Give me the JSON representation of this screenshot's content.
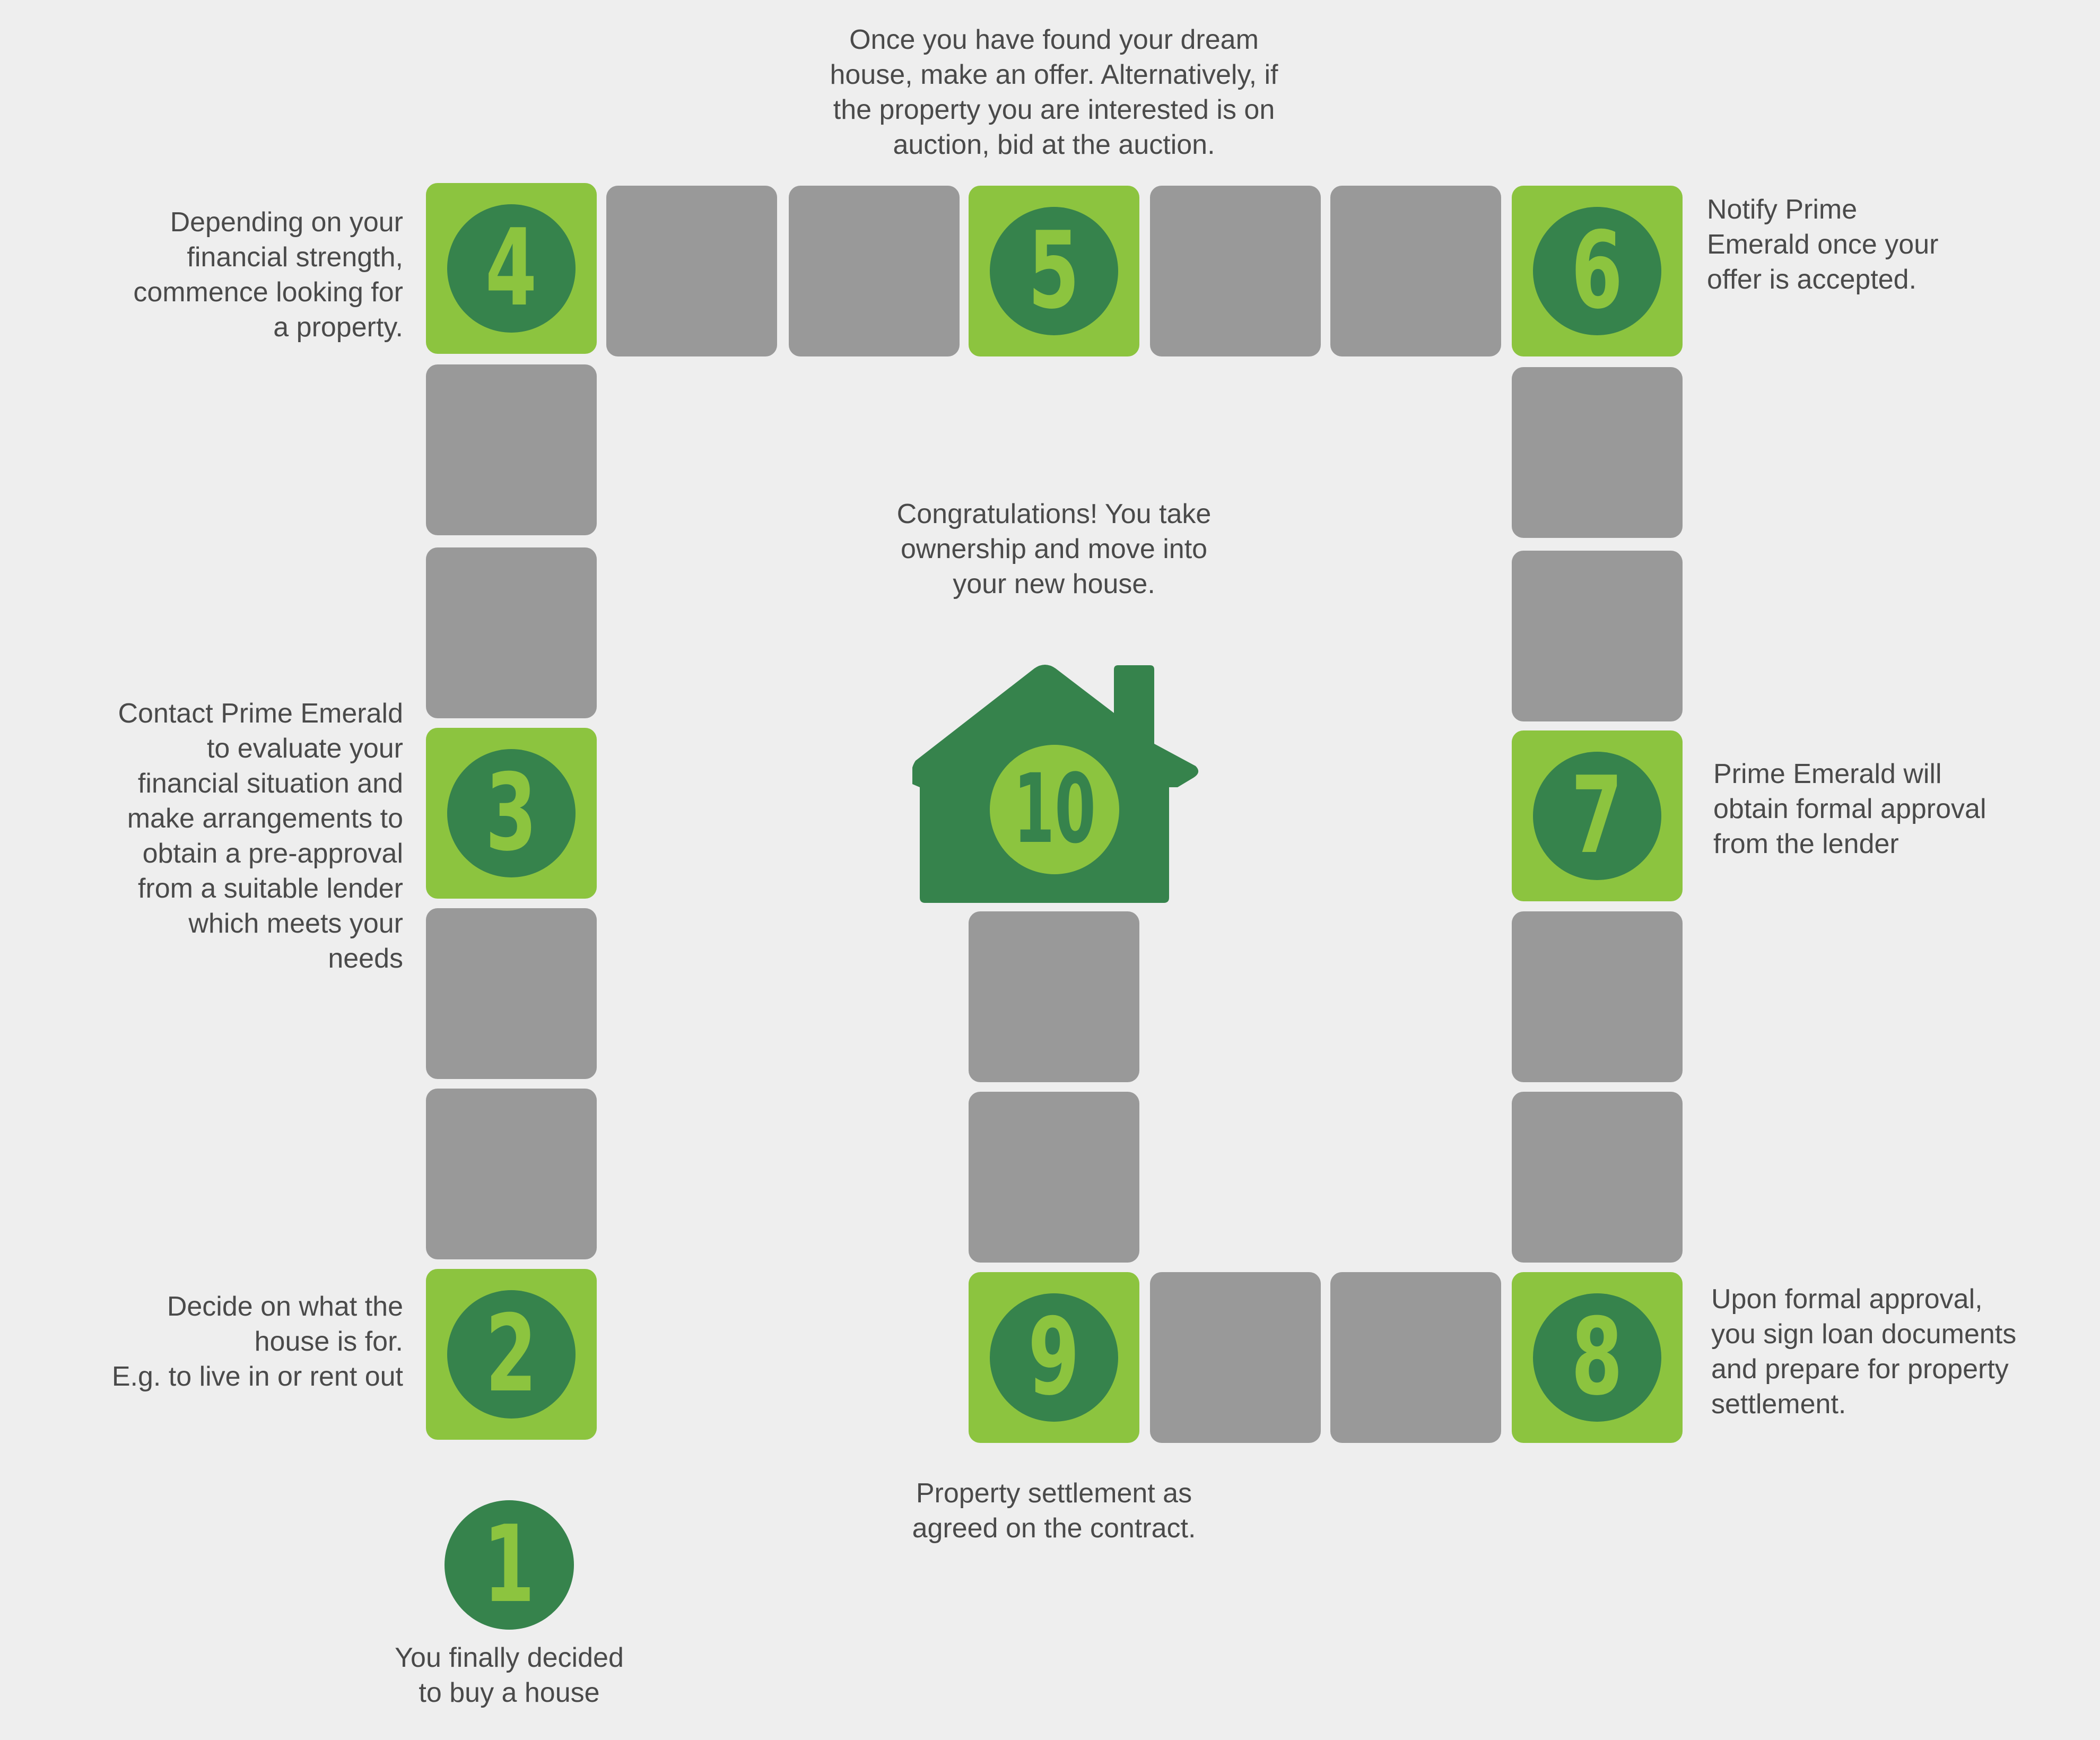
{
  "colors": {
    "background": "#eeeeee",
    "step_tile": "#8cc43f",
    "blank_tile": "#999999",
    "disc": "#36834c",
    "text": "#4a4a4a"
  },
  "steps": [
    {
      "number": "1",
      "lines": [
        "You finally decided",
        "to buy a house"
      ]
    },
    {
      "number": "2",
      "lines": [
        "Decide on what the",
        "house is for.",
        "E.g. to live in or rent out"
      ]
    },
    {
      "number": "3",
      "lines": [
        "Contact Prime Emerald",
        "to evaluate your",
        "financial situation and",
        "make arrangements to",
        "obtain a pre-approval",
        "from a suitable lender",
        "which meets your",
        "needs"
      ]
    },
    {
      "number": "4",
      "lines": [
        "Depending on your",
        "financial strength,",
        "commence looking for",
        "a property."
      ]
    },
    {
      "number": "5",
      "lines": [
        "Once you have found your dream",
        "house, make an offer. Alternatively, if",
        "the property you are interested is on",
        "auction, bid at the auction."
      ]
    },
    {
      "number": "6",
      "lines": [
        "Notify Prime",
        "Emerald once your",
        "offer is accepted."
      ]
    },
    {
      "number": "7",
      "lines": [
        "Prime Emerald will",
        "obtain formal approval",
        "from the lender"
      ]
    },
    {
      "number": "8",
      "lines": [
        "Upon formal approval,",
        "you sign loan documents",
        "and prepare for property",
        "settlement."
      ]
    },
    {
      "number": "9",
      "lines": [
        "Property settlement as",
        "agreed on the contract."
      ]
    },
    {
      "number": "10",
      "lines": [
        "Congratulations! You take",
        "ownership and move into",
        "your new house."
      ]
    }
  ]
}
